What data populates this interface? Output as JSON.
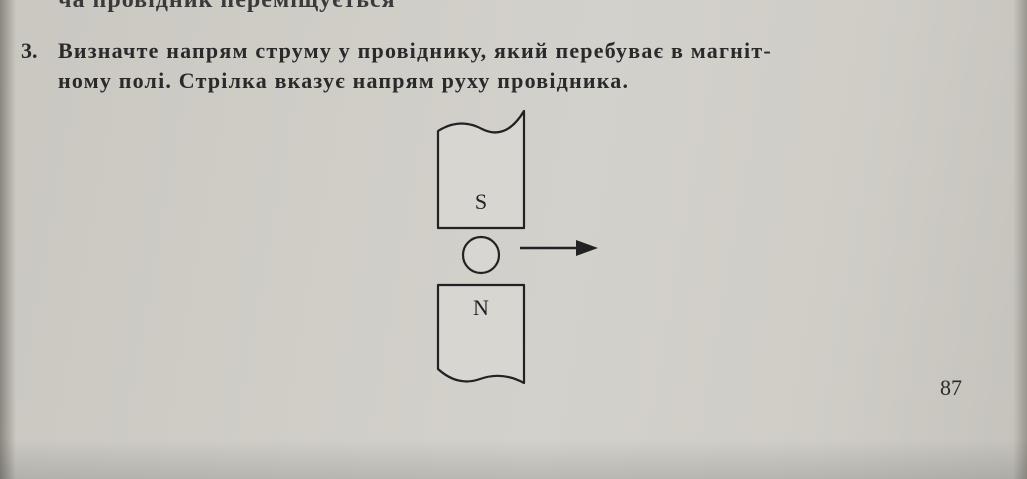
{
  "page": {
    "previous_line": "ча провідник переміщується"
  },
  "task": {
    "number": "3.",
    "line1": "Визначте напрям струму у провіднику, який перебуває в магніт-",
    "line2": "ному полі. Стрілка вказує напрям руху провідника."
  },
  "diagram": {
    "top_pole_label": "S",
    "bottom_pole_label": "N",
    "motion_direction": "right"
  },
  "page_number": "87",
  "colors": {
    "ink": "#2a2a2a",
    "paper": "#d0cec7"
  }
}
